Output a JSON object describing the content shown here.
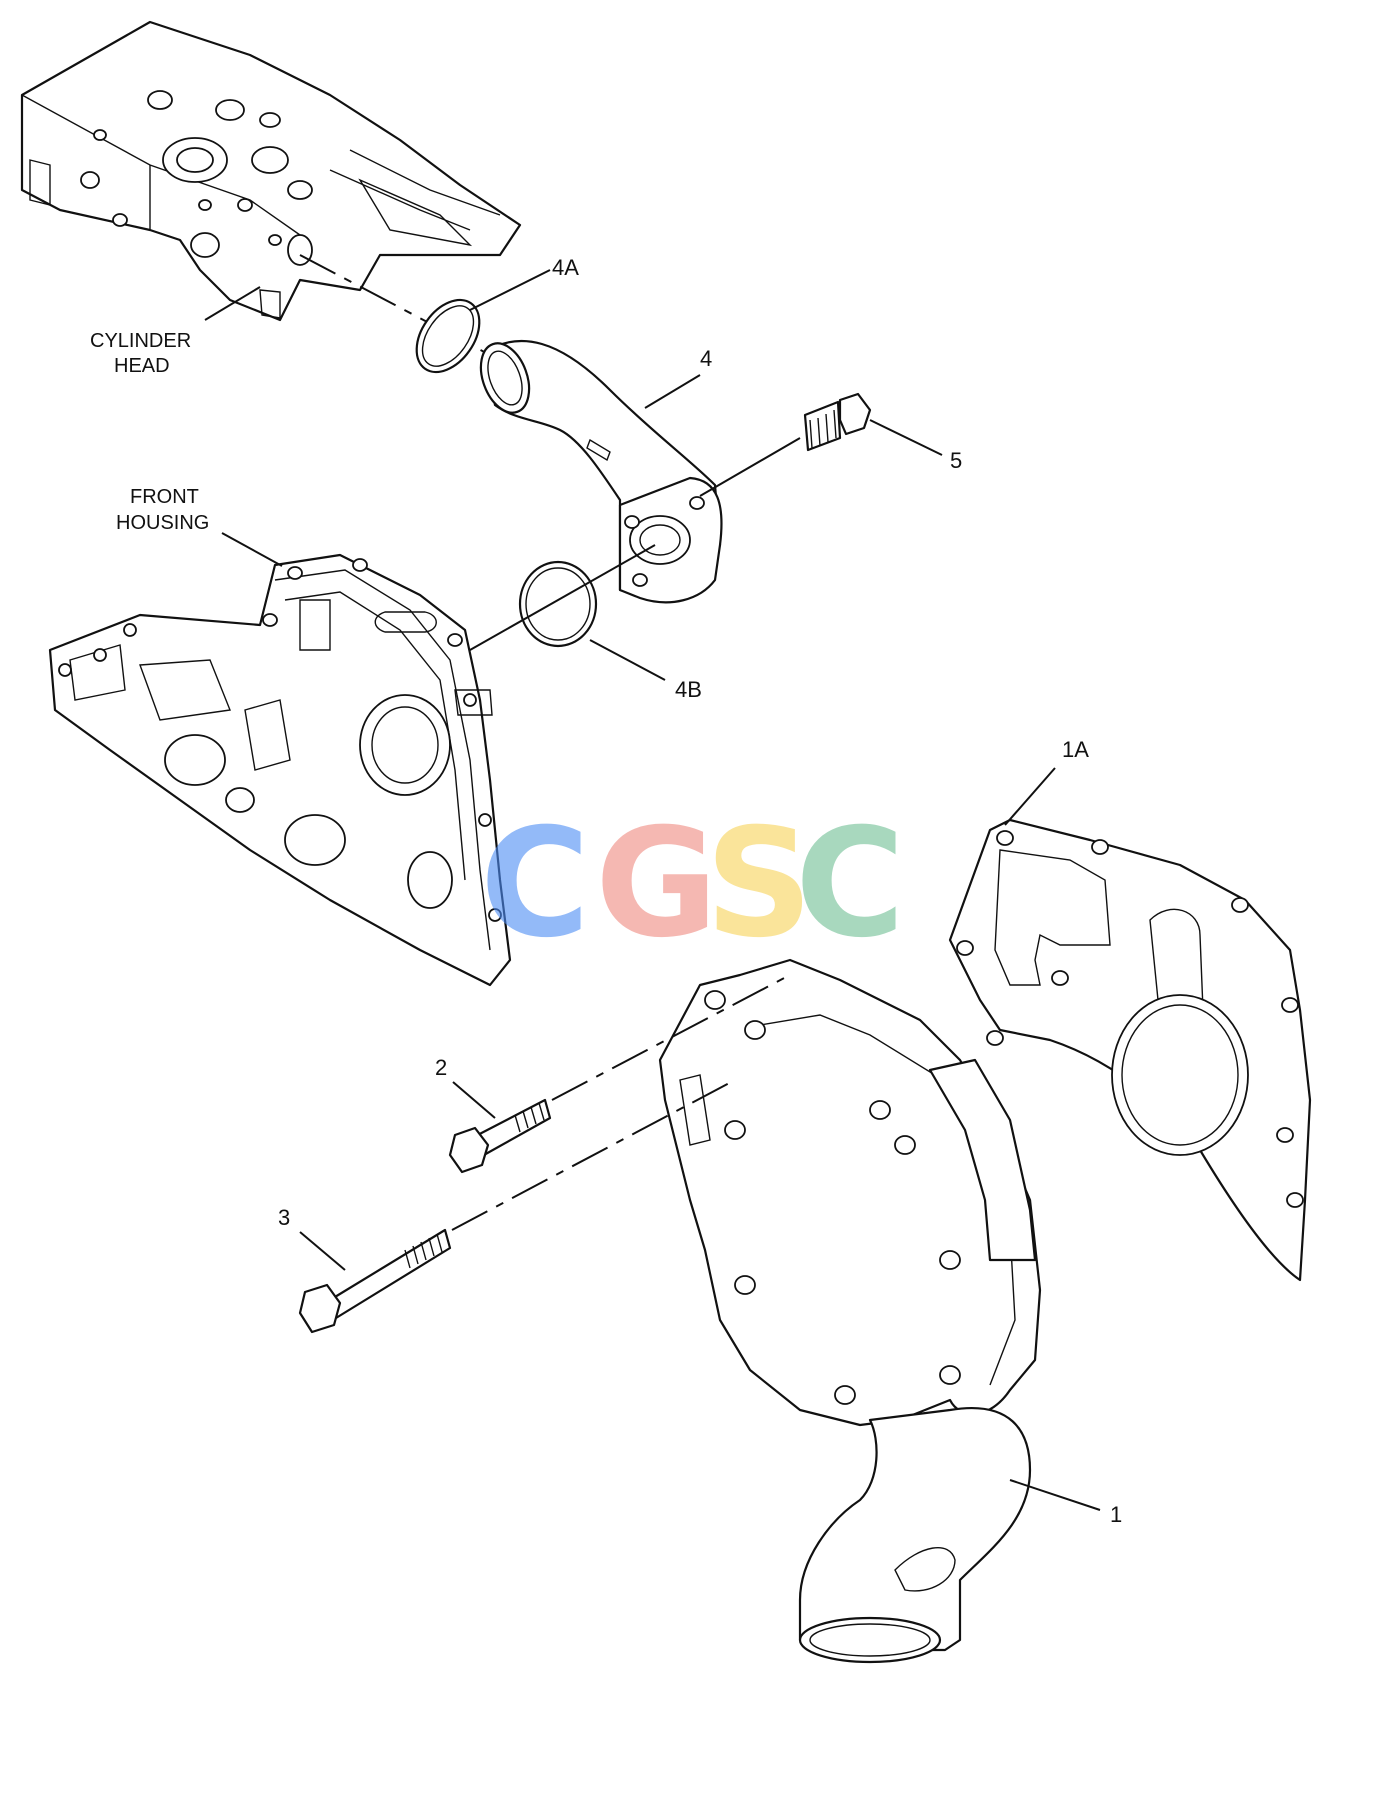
{
  "labels": {
    "cylinder_head_line1": "CYLINDER",
    "cylinder_head_line2": "HEAD",
    "front_housing_line1": "FRONT",
    "front_housing_line2": "HOUSING",
    "callout_4a": "4A",
    "callout_4": "4",
    "callout_5": "5",
    "callout_4b": "4B",
    "callout_1a": "1A",
    "callout_2": "2",
    "callout_3": "3",
    "callout_1": "1"
  },
  "watermark": {
    "letters": [
      "C",
      "G",
      "S",
      "C"
    ],
    "colors": [
      "#4d8df5",
      "#f08a80",
      "#f7d358",
      "#6fbf94"
    ]
  }
}
